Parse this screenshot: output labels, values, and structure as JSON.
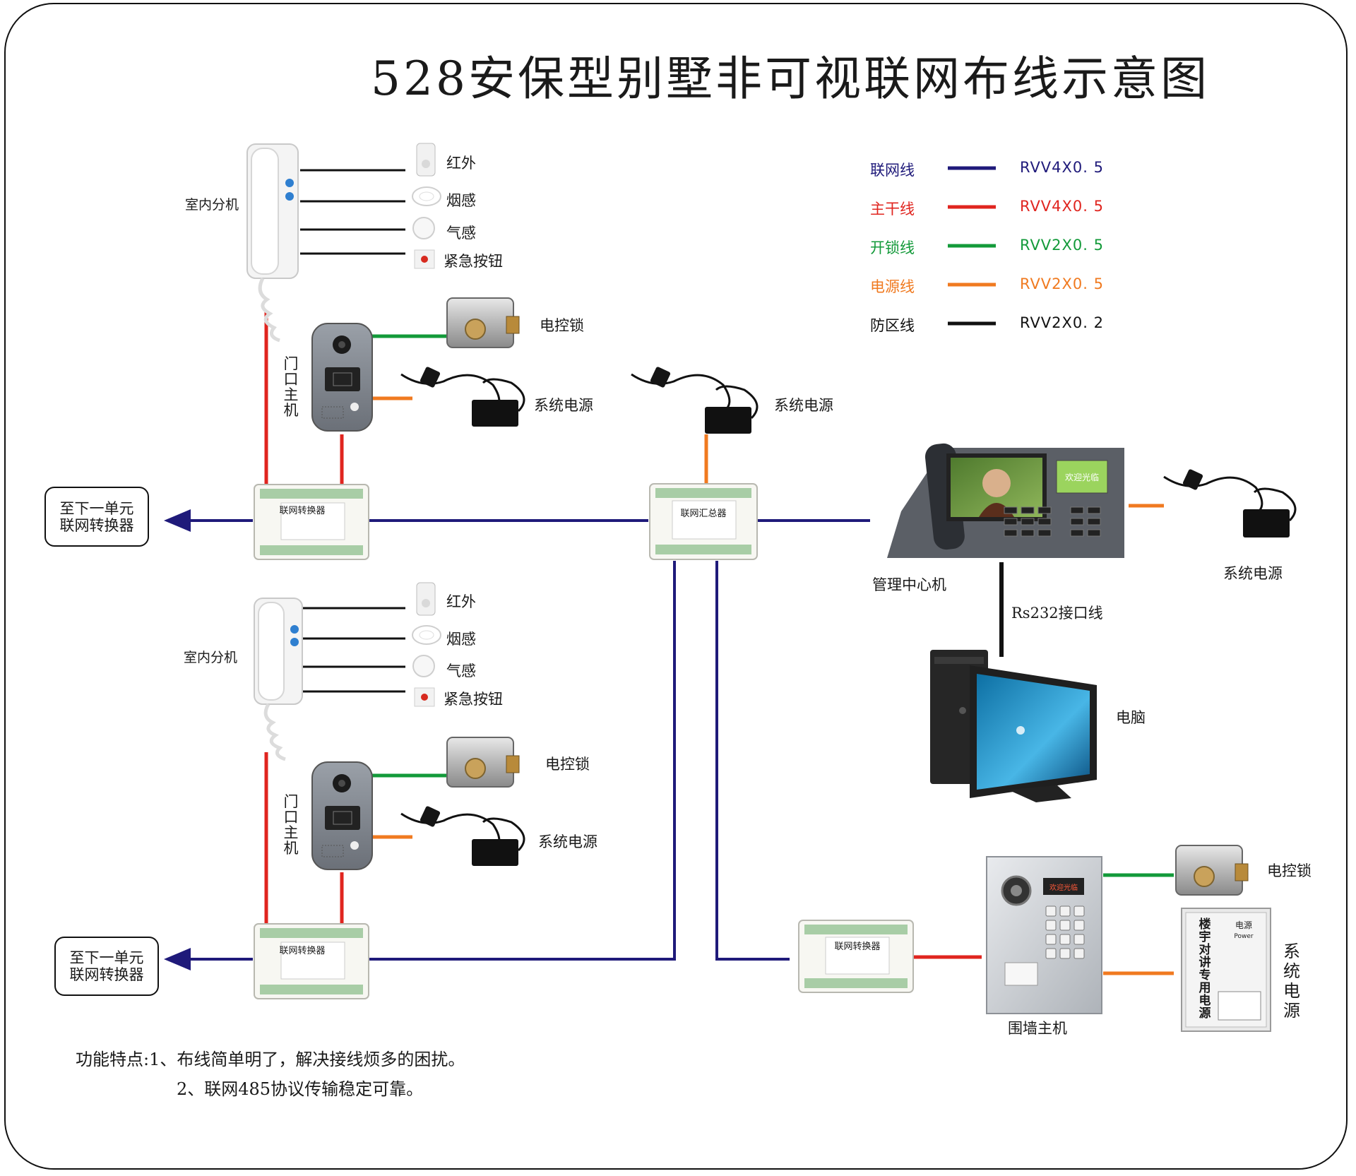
{
  "title": "528安保型别墅非可视联网布线示意图",
  "legend": [
    {
      "name": "联网线",
      "code": "RVV4X0. 5",
      "color": "#1f1a7a"
    },
    {
      "name": "主干线",
      "code": "RVV4X0. 5",
      "color": "#e0251f"
    },
    {
      "name": "开锁线",
      "code": "RVV2X0. 5",
      "color": "#139a3a"
    },
    {
      "name": "电源线",
      "code": "RVV2X0. 5",
      "color": "#f07a20"
    },
    {
      "name": "防区线",
      "code": "RVV2X0. 2",
      "color": "#111111"
    }
  ],
  "unit_top": {
    "indoor": "室内分机",
    "sensors": [
      "红外",
      "烟感",
      "气感",
      "紧急按钮"
    ],
    "door": "门口主机",
    "lock": "电控锁",
    "power": "系统电源",
    "converter": "联网转换器",
    "next_unit_line1": "至下一单元",
    "next_unit_line2": "联网转换器"
  },
  "unit_bottom": {
    "indoor": "室内分机",
    "sensors": [
      "红外",
      "烟感",
      "气感",
      "紧急按钮"
    ],
    "door": "门口主机",
    "lock": "电控锁",
    "power": "系统电源",
    "converter": "联网转换器",
    "next_unit_line1": "至下一单元",
    "next_unit_line2": "联网转换器"
  },
  "hub": {
    "label": "联网汇总器",
    "power": "系统电源"
  },
  "center": {
    "label": "管理中心机",
    "power": "系统电源",
    "rs232": "Rs232接口线",
    "computer": "电脑",
    "screen_text": "欢迎光临"
  },
  "wall": {
    "converter": "联网转换器",
    "label": "围墙主机",
    "lock": "电控锁",
    "power": "系统电源",
    "psu_title": "楼宇对讲专用电源",
    "psu_brand": "电源",
    "psu_brand_en": "Power",
    "panel_display": "欢迎光临"
  },
  "notes": {
    "line1": "功能特点:1、布线简单明了，解决接线烦多的困扰。",
    "line2": "2、联网485协议传输稳定可靠。"
  }
}
